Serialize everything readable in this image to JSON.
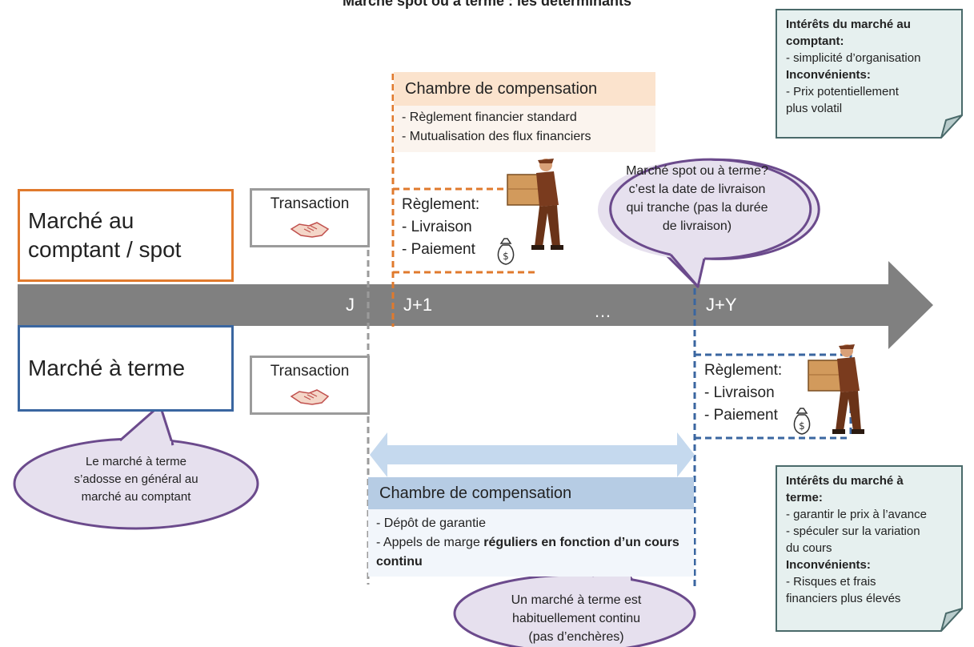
{
  "title": "Marché spot ou à terme : les déterminants",
  "markets": {
    "spot": [
      "Marché au",
      "comptant / spot"
    ],
    "term": "Marché à terme"
  },
  "transaction_label": "Transaction",
  "timeline": {
    "j": "J",
    "j1": "J+1",
    "dots": "…",
    "jy": "J+Y"
  },
  "clearing_top": {
    "heading": "Chambre de compensation",
    "items": [
      "- Règlement financier standard",
      "- Mutualisation des flux financiers"
    ]
  },
  "clearing_bottom": {
    "heading": "Chambre de compensation",
    "item1": "- Dépôt de garantie",
    "item2_plain": "- Appels de marge ",
    "item2_bold": "réguliers en fonction d’un cours continu"
  },
  "settlement": {
    "title": "Règlement:",
    "delivery": "- Livraison",
    "payment": "- Paiement"
  },
  "bubbles": {
    "spot_vs_term": [
      "Marché spot ou à terme?",
      "c’est la date de livraison",
      "qui tranche (pas la durée",
      "de livraison)"
    ],
    "term_backed": [
      "Le marché à terme",
      "s’adosse en général au",
      "marché au comptant"
    ],
    "term_continuous": [
      "Un marché à terme est",
      "habituellement continu",
      "(pas d’enchères)"
    ]
  },
  "note_spot": {
    "heading1": "Intérêts du marché au",
    "heading2": "comptant:",
    "pro": "- simplicité d’organisation",
    "cons_heading": "Inconvénients:",
    "con1": "- Prix potentiellement",
    "con2": "plus volatil"
  },
  "note_term": {
    "heading1": "Intérêts du marché à",
    "heading2": "terme:",
    "pro1": "- garantir le prix à l’avance",
    "pro2": "- spéculer sur la variation",
    "pro3": "du cours",
    "cons_heading": "Inconvénients:",
    "con1": "- Risques et frais",
    "con2": "financiers plus élevés"
  },
  "colors": {
    "spot": "#e07a2d",
    "term": "#3a66a0",
    "timeline": "#808080",
    "bubble": "#e6e0ee",
    "bubble_border": "#6b4a8c"
  },
  "icons": [
    "handshake-icon",
    "delivery-man-icon",
    "money-bag-icon"
  ]
}
